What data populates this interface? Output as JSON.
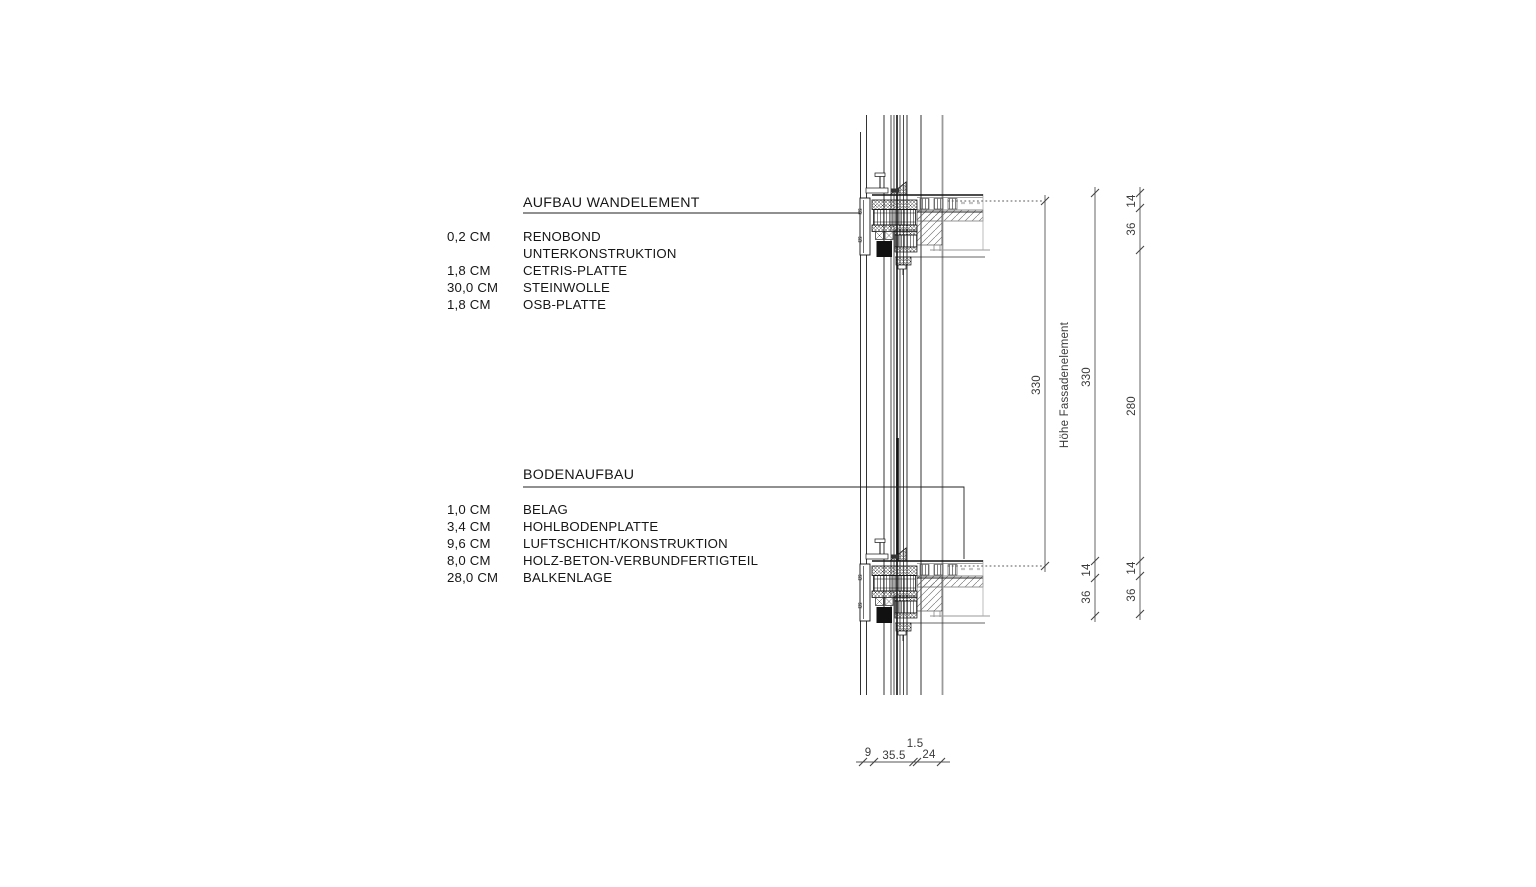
{
  "blocks": {
    "wall": {
      "title": "AUFBAU WANDELEMENT",
      "items": [
        {
          "size": "0,2 CM",
          "label": "RENOBOND"
        },
        {
          "size": "",
          "label": "UNTERKONSTRUKTION"
        },
        {
          "size": "1,8 CM",
          "label": "CETRIS-PLATTE"
        },
        {
          "size": "30,0 CM",
          "label": "STEINWOLLE"
        },
        {
          "size": "1,8 CM",
          "label": "OSB-PLATTE"
        }
      ]
    },
    "floor": {
      "title": "BODENAUFBAU",
      "items": [
        {
          "size": "1,0 CM",
          "label": "BELAG"
        },
        {
          "size": "3,4 CM",
          "label": "HOHLBODENPLATTE"
        },
        {
          "size": "9,6 CM",
          "label": "LUFTSCHICHT/KONSTRUKTION"
        },
        {
          "size": "8,0 CM",
          "label": "HOLZ-BETON-VERBUNDFERTIGTEIL"
        },
        {
          "size": "28,0 CM",
          "label": "BALKENLAGE"
        }
      ]
    }
  },
  "dimensions": {
    "facade_height": {
      "value": "330",
      "label": "Höhe Fassadenelement"
    },
    "chain_inner": {
      "total": "330",
      "seg_14": "14",
      "seg_36": "36"
    },
    "chain_outer": {
      "top_14": "14",
      "top_36": "36",
      "middle": "280",
      "bottom_14": "14",
      "bottom_36": "36"
    },
    "bottom_chain": {
      "seg_9": "9",
      "seg_355": "35.5",
      "seg_15": "1.5",
      "seg_24": "24"
    }
  },
  "colors": {
    "line": "#111111",
    "dimension": "#3a3a3a",
    "gray": "#999999",
    "background": "#ffffff"
  }
}
